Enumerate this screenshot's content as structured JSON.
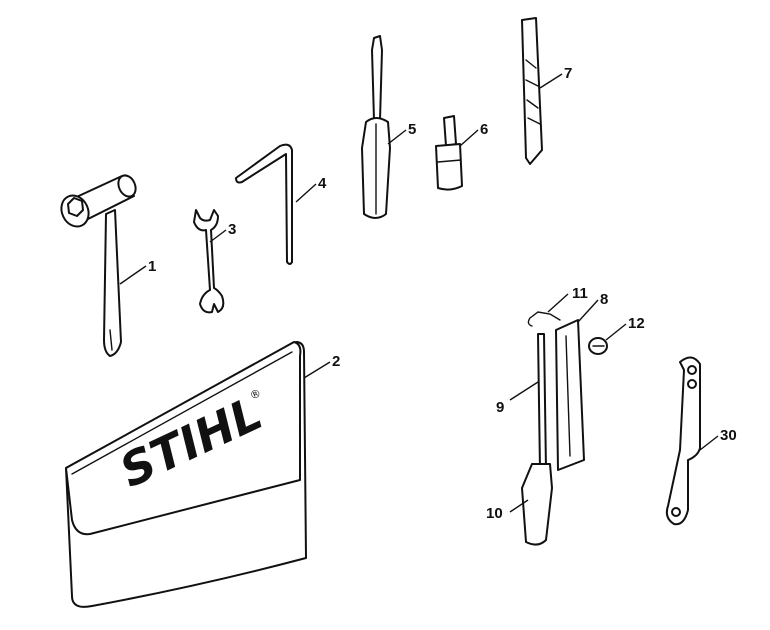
{
  "parts": [
    {
      "id": "combination-wrench",
      "label": "1"
    },
    {
      "id": "tool-pouch",
      "label": "2"
    },
    {
      "id": "open-end-wrench",
      "label": "3"
    },
    {
      "id": "hex-key",
      "label": "4"
    },
    {
      "id": "screwdriver",
      "label": "5"
    },
    {
      "id": "socket-driver",
      "label": "6"
    },
    {
      "id": "depth-gauge",
      "label": "7"
    },
    {
      "id": "file-holder",
      "label": "8"
    },
    {
      "id": "round-file",
      "label": "9"
    },
    {
      "id": "file-handle",
      "label": "10"
    },
    {
      "id": "retaining-spring",
      "label": "11"
    },
    {
      "id": "screw",
      "label": "12"
    },
    {
      "id": "special-wrench",
      "label": "30"
    }
  ],
  "logo": {
    "text": "STIHL",
    "mark": "®"
  }
}
